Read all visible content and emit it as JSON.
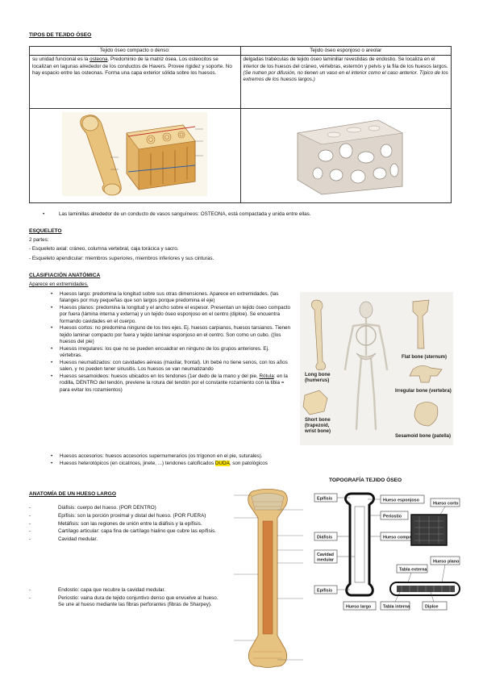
{
  "title": "TIPOS DE TEJIDO ÓSEO",
  "table": {
    "col1_header": "Tejido óseo compacto o denso:",
    "col2_header": "Tejido óseo esponjoso o areolar",
    "col1_pre": "su unidad funcional es la ",
    "col1_term": "osteona",
    "col1_post": ". Predominio de la matriz ósea. Los osteocitos se localizan en lagunas alrededor de los conductos de Havers. Provee rigidez y soporte. No hay espacio entre las osteonas. Forma una capa exterior sólida sobre los huesos.",
    "col2_text": "delgadas trabéculas de tejido óseo laminillar revestidas de endostio. Se localiza en el interior de los huesos del cráneo, vértebras, esternón y pelvis y la fila de los huesos largos.",
    "col2_note": "(Se nutren por difusión, no tienen un vaso en el interior como el caso anterior. Típico de los extremos de los huesos largos.)"
  },
  "osteona_bullet": "Las laminillas alrededor de un conducto de vasos sanguíneos: OSTEONA, está compactada y unida entre ellas.",
  "esqueleto": {
    "heading": "ESQUELETO",
    "parts": "2 partes:",
    "line1": "- Esqueleto axial: cráneo, columna vertebral, caja torácica y sacro.",
    "line2": "- Esqueleto apendicular: miembros superiores, miembros inferiores y sus cinturas."
  },
  "clasificacion": {
    "heading": "CLASIFIACIÓN ANATÓMICA",
    "subheading": "Aparece en extremidades.",
    "items": [
      "Huesos largo: predomina la longitud sobre sus otras dimensiones. Aparece en extremidades. (las falanges por muy pequeñas que son largos porque predomina el eje)",
      "Huesos planos: predomina la longitud y el ancho sobre el espesor. Presentan un tejido óseo compacto por fuera (lámina interna y externa) y un tejido óseo esponjoso en el centro (diploe). Se encuentra formando cavidades en el cuerpo.",
      "Huesos cortos: no predomina ninguno de los tres ejes. Ej. huesos carpianos, huesos tarsianos. Tienen tejido laminar compacto por fuera y tejido laminar esponjoso en el centro. Son como un cubo. ((los huesos del pie)",
      "Huesos irregulares: los que no se pueden encuadrar en ninguno de los grupos anteriores. Ej. vértebras.",
      "Huesos neumatizados: con cavidades aéreas (maxilar, frontal). Un bebé no tiene senos, con los años salen, y no pueden tener sinusitis. Los huesos se van neumatizando"
    ],
    "sesamoid_pre": "Huesos sesamoideos: huesos ubicados en los tendones (1er dedo de la mano y del pie, ",
    "sesamoid_term": "Rótula",
    "sesamoid_post": ": en la rodilla, DENTRO del tendón, previene la rotura del tendón por el constante rozamiento con la tibia = para evitar los rozamientos)",
    "accesorios": "Huesos accesorios: huesos accesorios supernumerarios (os trígonon en el pie, suturales).",
    "heterotopicos_pre": "Huesos heterotópicos (en cicatrices, jinete, ...) tendones calcificados ",
    "heterotopicos_hl": "DUDA",
    "heterotopicos_post": ", son patológicos",
    "figure_labels": {
      "long": [
        "Long bone",
        "(humerus)"
      ],
      "flat": "Flat bone (sternum)",
      "irregular": "Irregular bone (vertebra)",
      "short": [
        "Short bone",
        "(trapezoid,",
        "wrist bone)"
      ],
      "sesamoid": "Sesamoid bone (patella)"
    }
  },
  "anatomia": {
    "heading": "ANATOMÍA DE UN HUESO LARGO",
    "items": [
      "Diáfisis: cuerpo del hueso. (POR DENTRO)",
      "Epífisis: son la porción proximal y distal del hueso. (POR FUERA)",
      "Metáfisis: son las regiones de unión entre la diáfisis y la epífisis.",
      "Cartílago articular: capa fina de cartílago hialino que cubre las epífisis.",
      "Cavidad medular."
    ],
    "items2": [
      "Endostio: capa que recubre la cavidad medular.",
      "Periostio: vaina dura de tejido conjuntivo denso que envuelve al hueso. Se une al hueso mediante las fibras perforantes (fibras de Sharpey)."
    ]
  },
  "topografia": {
    "title": "TOPOGRAFÍA TEJIDO ÓSEO",
    "labels": {
      "epifisis_top": "Epífisis",
      "diafisis": "Diáfisis",
      "cavidad": [
        "Cavidad",
        "medular"
      ],
      "epifisis_bottom": "Epífisis",
      "hueso_largo": "Hueso largo",
      "esponjoso": "Hueso esponjoso",
      "periostio": "Periostio",
      "compacto": "Hueso compacto",
      "corto": "Hueso corto",
      "plano": [
        "Hueso plano"
      ],
      "tabla_externa": "Tabla externa",
      "tabla_interna": "Tabla interna",
      "diploe": "Diploe"
    }
  },
  "colors": {
    "highlight": "#ffe600",
    "bone": "#e8c27a",
    "bone_dark": "#c98a3a",
    "spongy": "#cfc6bd"
  }
}
